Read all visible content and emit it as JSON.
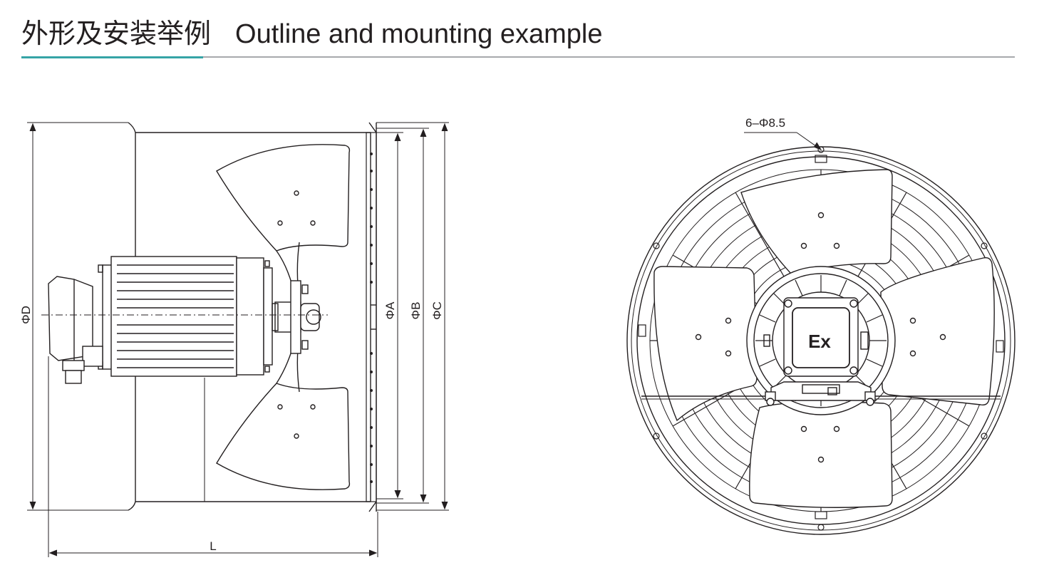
{
  "header": {
    "title_zh": "外形及安装举例",
    "title_en": "Outline and mounting example",
    "accent_color": "#35a4a6",
    "rule_color": "#a7a9ac"
  },
  "side_view": {
    "dim_d": "ΦD",
    "dim_a": "ΦA",
    "dim_b": "ΦB",
    "dim_c": "ΦC",
    "dim_l": "L"
  },
  "front_view": {
    "hole_callout": "6–Φ8.5",
    "motor_mark": "Ex"
  }
}
